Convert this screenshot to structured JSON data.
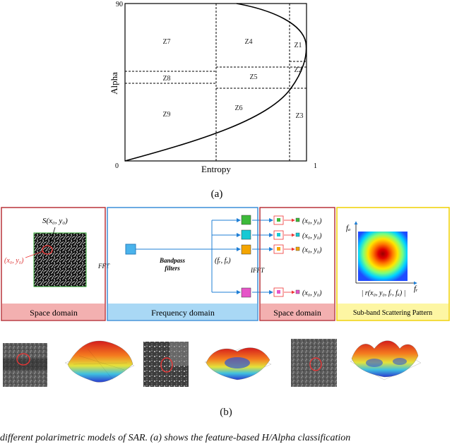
{
  "panel_a": {
    "y_axis_label": "Alpha",
    "x_axis_label": "Entropy",
    "y_max_tick": "90",
    "origin_tick": "0",
    "x_max_tick": "1",
    "zones": [
      "Z1",
      "Z2",
      "Z3",
      "Z4",
      "Z5",
      "Z6",
      "Z7",
      "Z8",
      "Z9"
    ],
    "caption": "(a)"
  },
  "panel_b": {
    "space_domain_title": "Space domain",
    "frequency_domain_title": "Frequency domain",
    "space_domain_title_2": "Space domain",
    "pattern_title": "Sub-band Scattering Pattern",
    "s_label": "S(x₀, y₀)",
    "point_label": "(x₀, y₀)",
    "fft_label": "FFT",
    "ifft_label": "IFFT",
    "bandpass_label_1": "Bandpass",
    "bandpass_label_2": "filters",
    "freq_label": "(fᵣ, fₐ)",
    "output_labels": [
      "(x₀, y₀)",
      "(x₀, y₀)",
      "(x₀, y₀)",
      "(x₀, y₀)"
    ],
    "fa_label": "fₐ",
    "fr_label": "fᵣ",
    "r_label": "| r(x₀, y₀, fᵣ, fₐ) |",
    "filter_colors": [
      "#3dba3a",
      "#17c9d4",
      "#f4a500",
      "#e655c8"
    ],
    "caption": "(b)"
  },
  "bottom_text": "different polarimetric models of SAR. (a) shows the feature-based H/Alpha classification"
}
